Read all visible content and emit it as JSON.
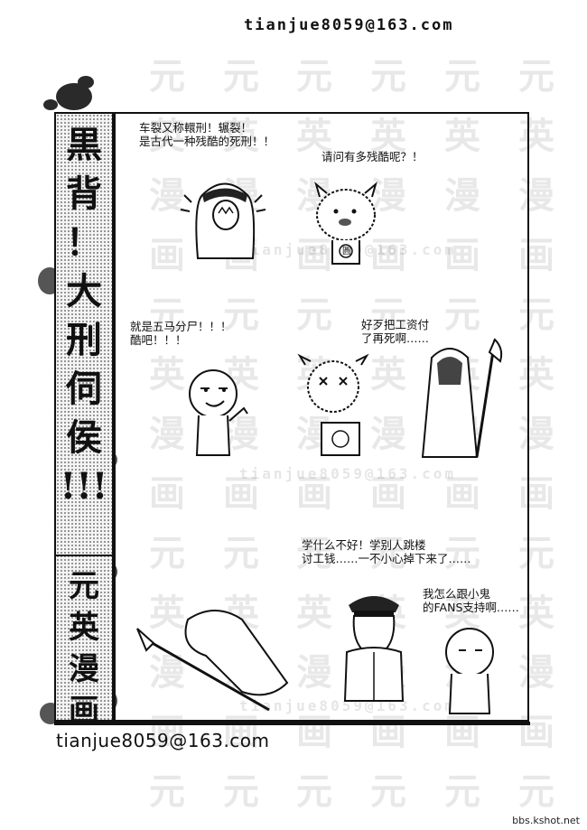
{
  "header": {
    "email": "tianjue8059@163.com"
  },
  "footer": {
    "email": "tianjue8059@163.com",
    "source": "bbs.kshot.net"
  },
  "watermark": {
    "chars": [
      "元",
      "英",
      "漫",
      "画"
    ],
    "email": "tianjue8059@163.com"
  },
  "title_column": {
    "title_chars": [
      "黒",
      "背",
      "！",
      "大",
      "刑",
      "伺",
      "侯",
      "!!!"
    ],
    "author_chars": [
      "元",
      "英",
      "漫",
      "画"
    ]
  },
  "panels": [
    {
      "text": "车裂又称轘刑！辗裂！\n是古代一种残酷的死刑！！"
    },
    {
      "text": "请问有多残酷呢？！"
    },
    {
      "text": "就是五马分尸！！！\n酷吧！！！"
    },
    {
      "text": "好歹把工资付\n了再死啊……"
    },
    {
      "text": "学什么不好！学别人跳楼\n讨工钱……一不小心掉下来了……"
    },
    {
      "text": "我怎么跟小鬼\n的FANS支持啊……"
    }
  ],
  "stamp": {
    "text": "圓"
  },
  "colors": {
    "ink": "#111111",
    "paper": "#ffffff"
  }
}
